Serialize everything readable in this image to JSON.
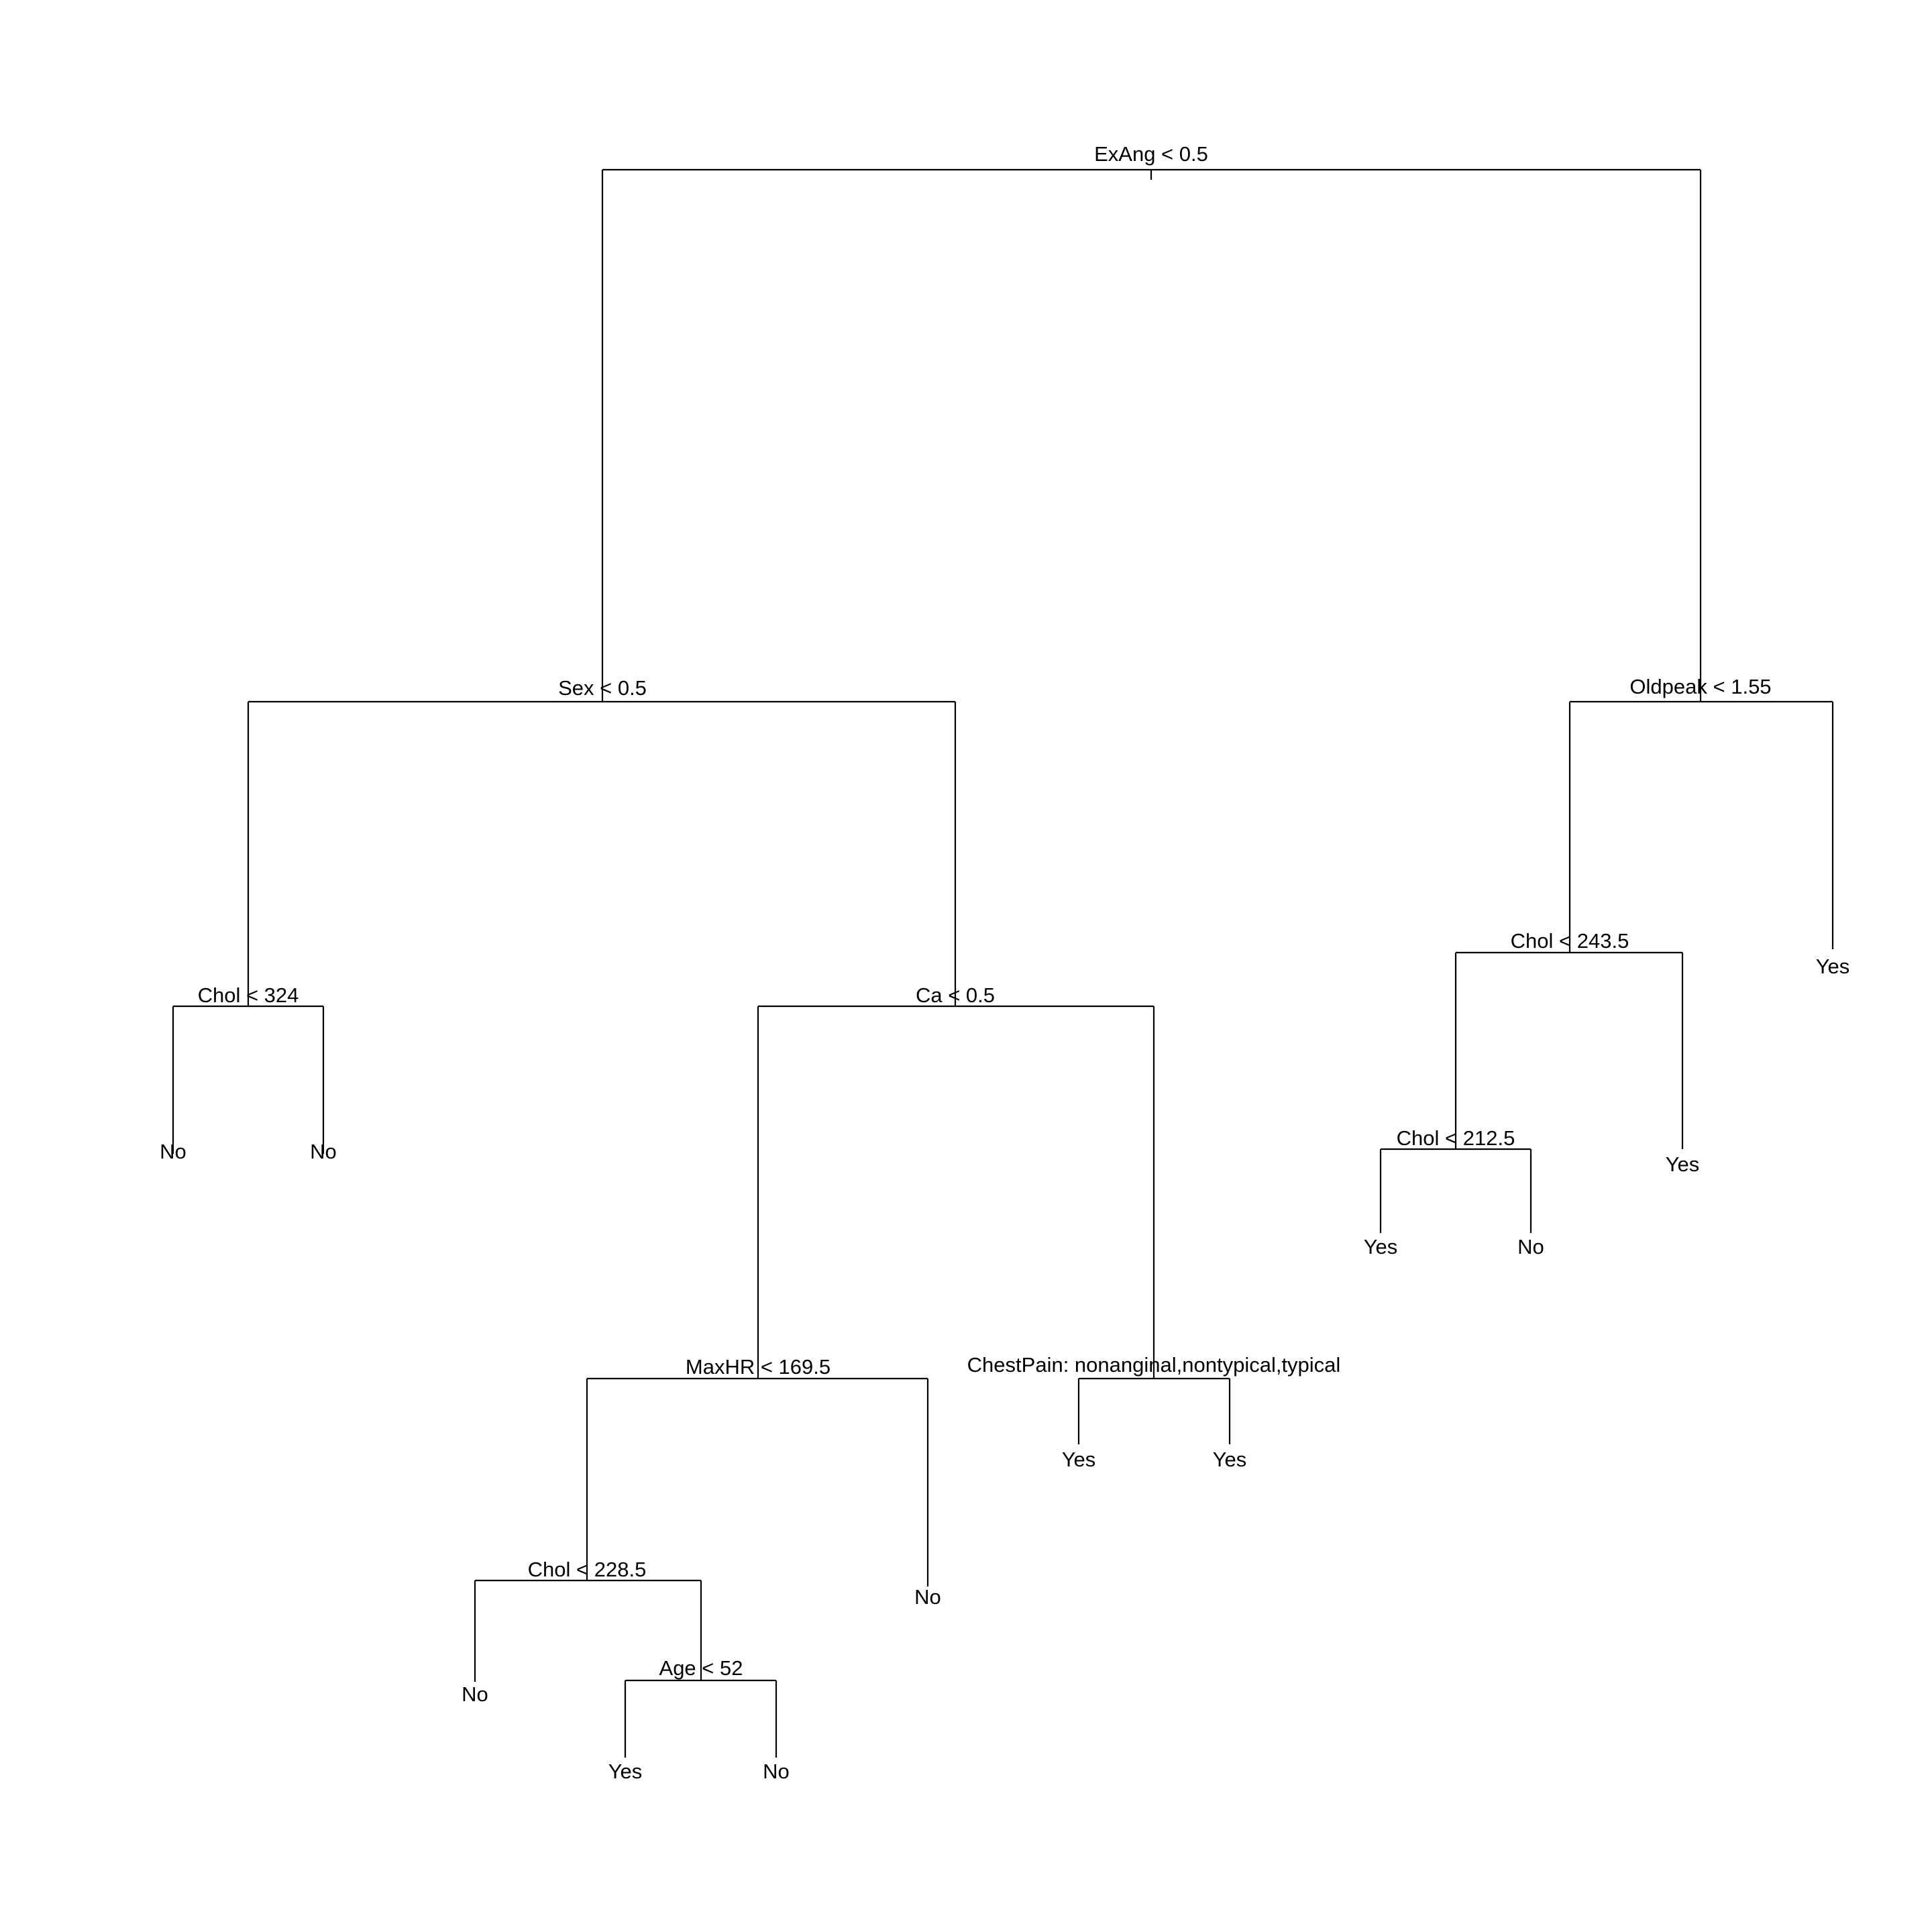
{
  "tree": {
    "line_color": "#000000",
    "root": {
      "label": "ExAng < 0.5",
      "children": [
        {
          "label": "Sex < 0.5",
          "children": [
            {
              "label": "Chol < 324",
              "children": [
                {
                  "leaf": "No"
                },
                {
                  "leaf": "No"
                }
              ]
            },
            {
              "label": "Ca < 0.5",
              "children": [
                {
                  "label": "MaxHR < 169.5",
                  "children": [
                    {
                      "label": "Chol < 228.5",
                      "children": [
                        {
                          "leaf": "No"
                        },
                        {
                          "label": "Age < 52",
                          "children": [
                            {
                              "leaf": "Yes"
                            },
                            {
                              "leaf": "No"
                            }
                          ]
                        }
                      ]
                    },
                    {
                      "leaf": "No"
                    }
                  ]
                },
                {
                  "label": "ChestPain: nonanginal,nontypical,typical",
                  "children": [
                    {
                      "leaf": "Yes"
                    },
                    {
                      "leaf": "Yes"
                    }
                  ]
                }
              ]
            }
          ]
        },
        {
          "label": "Oldpeak < 1.55",
          "children": [
            {
              "label": "Chol < 243.5",
              "children": [
                {
                  "label": "Chol < 212.5",
                  "children": [
                    {
                      "leaf": "Yes"
                    },
                    {
                      "leaf": "No"
                    }
                  ]
                },
                {
                  "leaf": "Yes"
                }
              ]
            },
            {
              "leaf": "Yes"
            }
          ]
        }
      ]
    }
  }
}
